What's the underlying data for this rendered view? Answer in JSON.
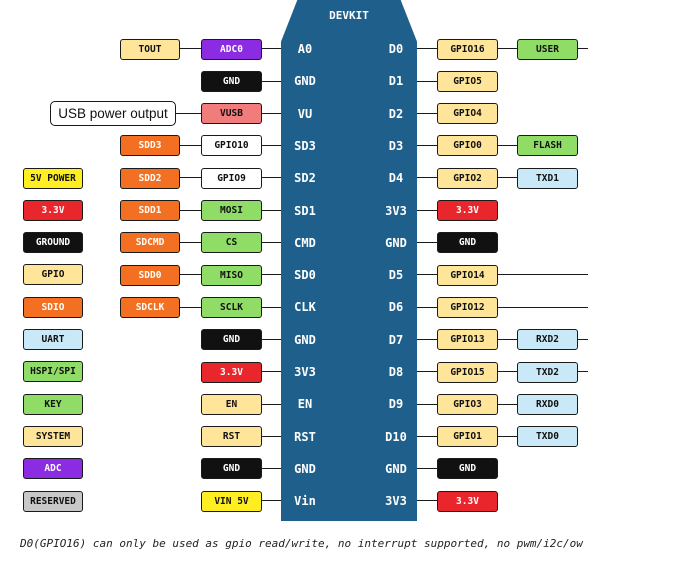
{
  "board": {
    "title": "DEVKIT"
  },
  "colors": {
    "orange": "#f36f21",
    "purple": "#8b2be2",
    "black": "#111111",
    "pink": "#f07c7c",
    "cream": "#ffe59a",
    "lightgreen": "#8fdc66",
    "lightblue": "#c9e9f9",
    "red": "#e8262b",
    "yellow": "#ffee22",
    "white": "#ffffff",
    "gray": "#c8c8c8",
    "board": "#1f5f8b"
  },
  "left_pins": [
    {
      "pin": "A0",
      "labels": [
        {
          "text": "TOUT",
          "color": "cream"
        },
        {
          "text": "ADC0",
          "color": "purple"
        }
      ]
    },
    {
      "pin": "GND",
      "labels": [
        {
          "text": "GND",
          "color": "black"
        }
      ]
    },
    {
      "pin": "VU",
      "labels": [
        {
          "text": "VUSB",
          "color": "pink"
        }
      ]
    },
    {
      "pin": "SD3",
      "labels": [
        {
          "text": "SDD3",
          "color": "orange"
        },
        {
          "text": "GPIO10",
          "color": "white"
        }
      ]
    },
    {
      "pin": "SD2",
      "labels": [
        {
          "text": "SDD2",
          "color": "orange"
        },
        {
          "text": "GPIO9",
          "color": "white"
        }
      ]
    },
    {
      "pin": "SD1",
      "labels": [
        {
          "text": "SDD1",
          "color": "orange"
        },
        {
          "text": "MOSI",
          "color": "lightgreen"
        }
      ]
    },
    {
      "pin": "CMD",
      "labels": [
        {
          "text": "SDCMD",
          "color": "orange"
        },
        {
          "text": "CS",
          "color": "lightgreen"
        }
      ]
    },
    {
      "pin": "SD0",
      "labels": [
        {
          "text": "SDD0",
          "color": "orange"
        },
        {
          "text": "MISO",
          "color": "lightgreen"
        }
      ]
    },
    {
      "pin": "CLK",
      "labels": [
        {
          "text": "SDCLK",
          "color": "orange"
        },
        {
          "text": "SCLK",
          "color": "lightgreen"
        }
      ]
    },
    {
      "pin": "GND",
      "labels": [
        {
          "text": "GND",
          "color": "black"
        }
      ]
    },
    {
      "pin": "3V3",
      "labels": [
        {
          "text": "3.3V",
          "color": "red"
        }
      ]
    },
    {
      "pin": "EN",
      "labels": [
        {
          "text": "EN",
          "color": "cream"
        }
      ]
    },
    {
      "pin": "RST",
      "labels": [
        {
          "text": "RST",
          "color": "cream"
        }
      ]
    },
    {
      "pin": "GND",
      "labels": [
        {
          "text": "GND",
          "color": "black"
        }
      ]
    },
    {
      "pin": "Vin",
      "labels": [
        {
          "text": "VIN 5V",
          "color": "yellow"
        }
      ]
    }
  ],
  "right_pins": [
    {
      "pin": "D0",
      "labels": [
        {
          "text": "GPIO16",
          "color": "cream"
        },
        {
          "text": "USER",
          "color": "lightgreen"
        }
      ],
      "line": true
    },
    {
      "pin": "D1",
      "labels": [
        {
          "text": "GPIO5",
          "color": "cream"
        }
      ],
      "line": false
    },
    {
      "pin": "D2",
      "labels": [
        {
          "text": "GPIO4",
          "color": "cream"
        }
      ],
      "line": false
    },
    {
      "pin": "D3",
      "labels": [
        {
          "text": "GPIO0",
          "color": "cream"
        },
        {
          "text": "FLASH",
          "color": "lightgreen"
        }
      ],
      "line": false
    },
    {
      "pin": "D4",
      "labels": [
        {
          "text": "GPIO2",
          "color": "cream"
        },
        {
          "text": "TXD1",
          "color": "lightblue"
        }
      ],
      "line": false
    },
    {
      "pin": "3V3",
      "labels": [
        {
          "text": "3.3V",
          "color": "red"
        }
      ],
      "line": false
    },
    {
      "pin": "GND",
      "labels": [
        {
          "text": "GND",
          "color": "black"
        }
      ],
      "line": false
    },
    {
      "pin": "D5",
      "labels": [
        {
          "text": "GPIO14",
          "color": "cream"
        }
      ],
      "line": true
    },
    {
      "pin": "D6",
      "labels": [
        {
          "text": "GPIO12",
          "color": "cream"
        }
      ],
      "line": true
    },
    {
      "pin": "D7",
      "labels": [
        {
          "text": "GPIO13",
          "color": "cream"
        },
        {
          "text": "RXD2",
          "color": "lightblue"
        }
      ],
      "line": true
    },
    {
      "pin": "D8",
      "labels": [
        {
          "text": "GPIO15",
          "color": "cream"
        },
        {
          "text": "TXD2",
          "color": "lightblue"
        }
      ],
      "line": true
    },
    {
      "pin": "D9",
      "labels": [
        {
          "text": "GPIO3",
          "color": "cream"
        },
        {
          "text": "RXD0",
          "color": "lightblue"
        }
      ],
      "line": false
    },
    {
      "pin": "D10",
      "labels": [
        {
          "text": "GPIO1",
          "color": "cream"
        },
        {
          "text": "TXD0",
          "color": "lightblue"
        }
      ],
      "line": false
    },
    {
      "pin": "GND",
      "labels": [
        {
          "text": "GND",
          "color": "black"
        }
      ],
      "line": false
    },
    {
      "pin": "3V3",
      "labels": [
        {
          "text": "3.3V",
          "color": "red"
        }
      ],
      "line": false
    }
  ],
  "legend": [
    {
      "text": "5V POWER",
      "color": "yellow"
    },
    {
      "text": "3.3V",
      "color": "red"
    },
    {
      "text": "GROUND",
      "color": "black"
    },
    {
      "text": "GPIO",
      "color": "cream"
    },
    {
      "text": "SDIO",
      "color": "orange"
    },
    {
      "text": "UART",
      "color": "lightblue"
    },
    {
      "text": "HSPI/SPI",
      "color": "lightgreen"
    },
    {
      "text": "KEY",
      "color": "lightgreen"
    },
    {
      "text": "SYSTEM",
      "color": "cream"
    },
    {
      "text": "ADC",
      "color": "purple"
    },
    {
      "text": "RESERVED",
      "color": "gray"
    }
  ],
  "callout": {
    "text": "USB power output"
  },
  "footnote": "D0(GPIO16) can only be used as gpio read/write, no interrupt supported, no pwm/i2c/ow"
}
